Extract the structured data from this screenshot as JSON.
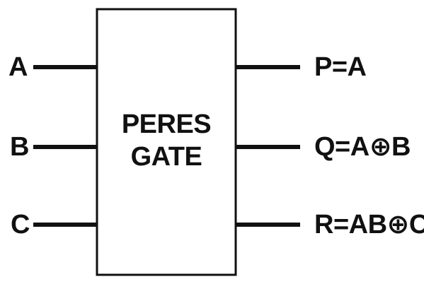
{
  "gate": {
    "line1": "PERES",
    "line2": "GATE"
  },
  "inputs": [
    "A",
    "B",
    "C"
  ],
  "outputs": [
    "P=A",
    "Q=A⊕B",
    "R=AB⊕C"
  ],
  "colors": {
    "stroke": "#111111",
    "background": "#ffffff"
  }
}
